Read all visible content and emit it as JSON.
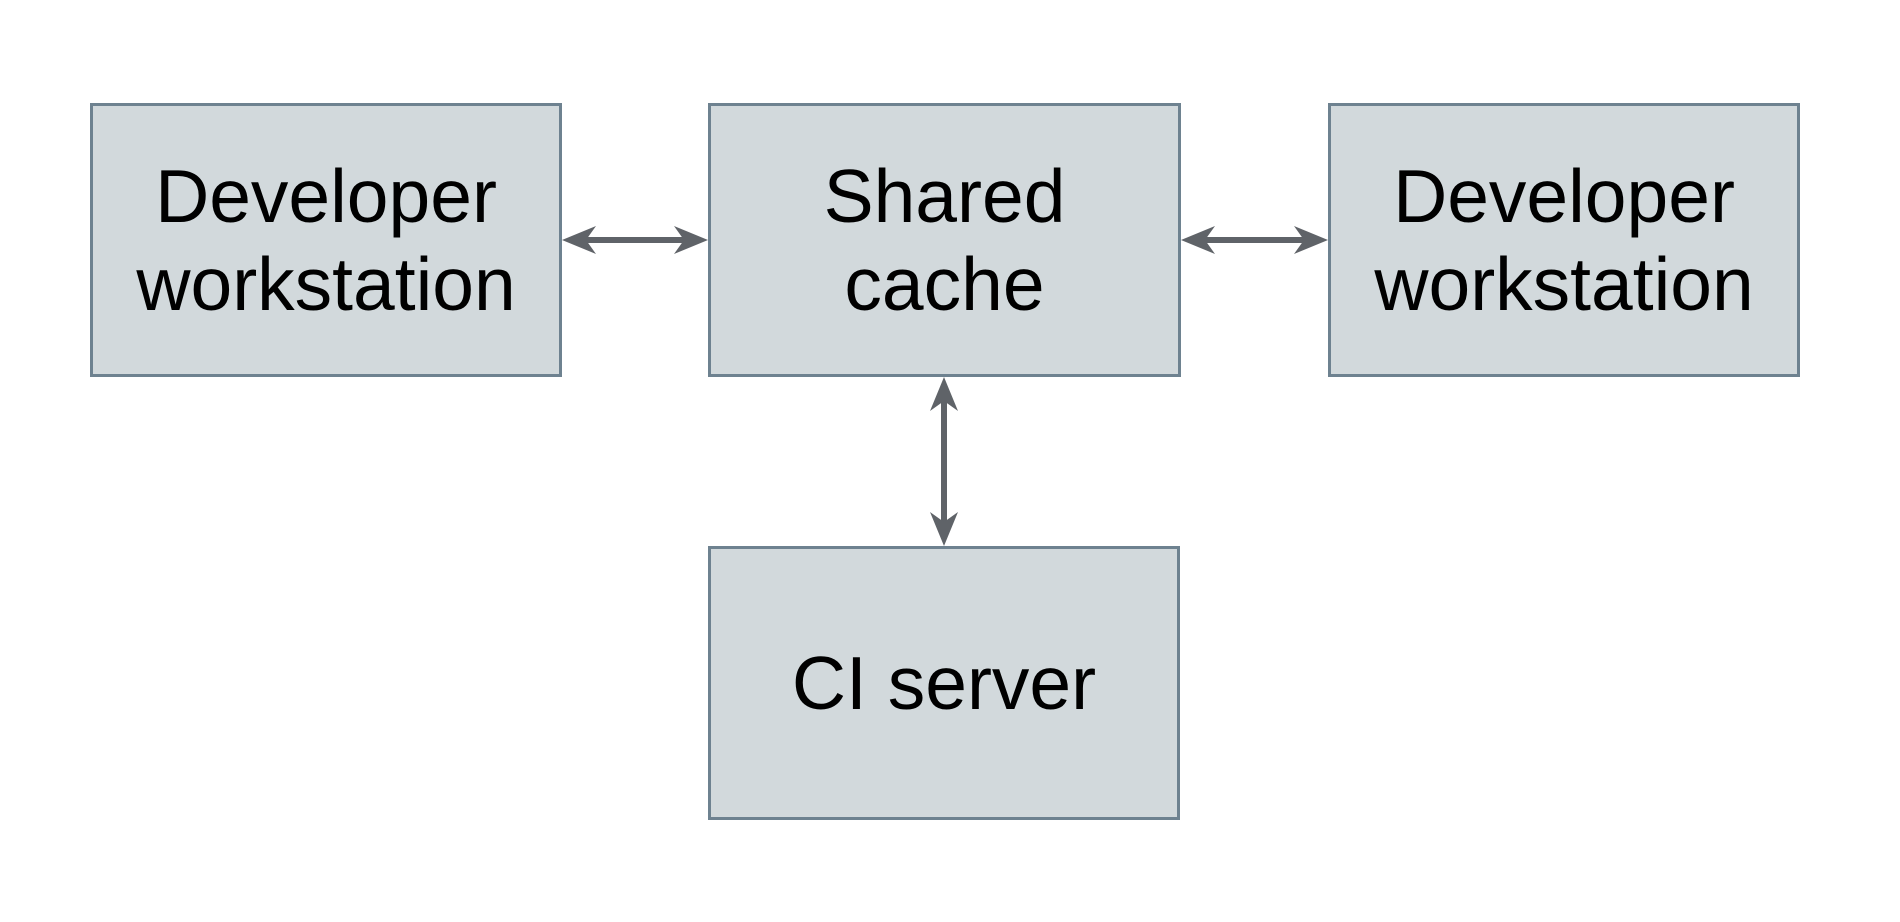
{
  "nodes": {
    "developer_workstation_left": {
      "label": "Developer workstation"
    },
    "shared_cache": {
      "label": "Shared cache"
    },
    "developer_workstation_right": {
      "label": "Developer workstation"
    },
    "ci_server": {
      "label": "CI server"
    }
  },
  "connections": [
    {
      "from": "developer_workstation_left",
      "to": "shared_cache",
      "type": "bidirectional"
    },
    {
      "from": "shared_cache",
      "to": "developer_workstation_right",
      "type": "bidirectional"
    },
    {
      "from": "shared_cache",
      "to": "ci_server",
      "type": "bidirectional"
    }
  ],
  "colors": {
    "background": "#ffffff",
    "node_fill": "#d2d9dc",
    "node_border": "#6e8290",
    "arrow": "#5f6368",
    "text": "#000000"
  }
}
